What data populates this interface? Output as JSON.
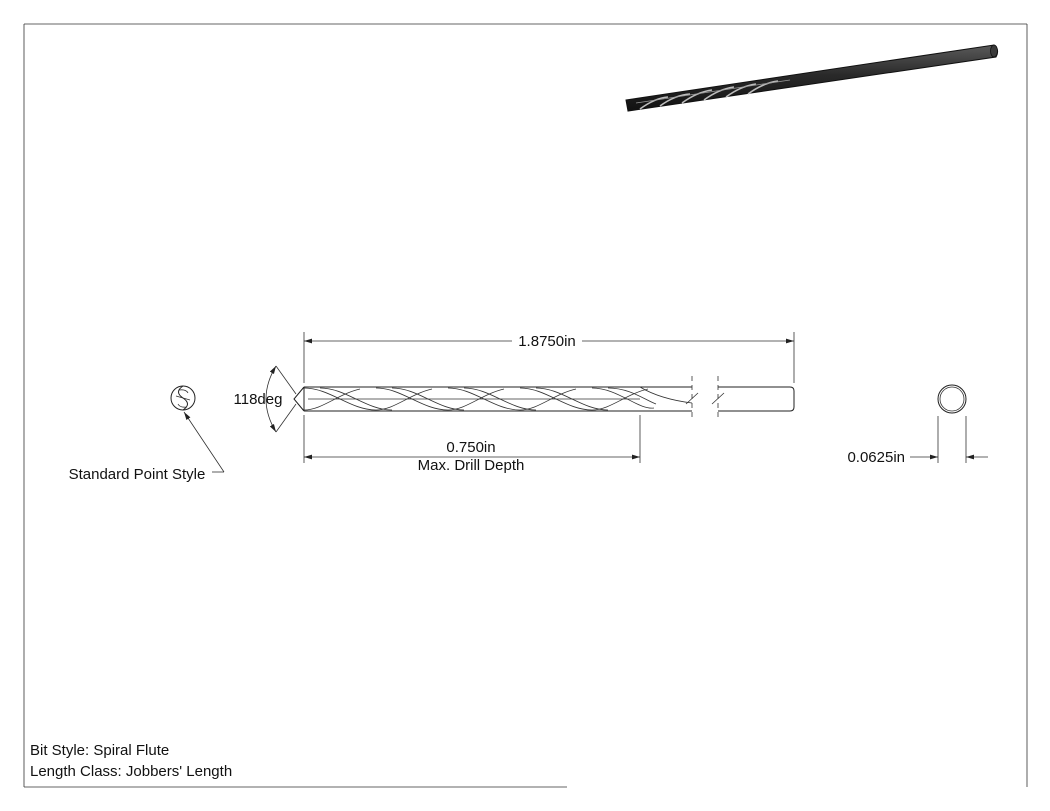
{
  "dimensions": {
    "overall_length": "1.8750in",
    "drill_depth_value": "0.750in",
    "drill_depth_label": "Max. Drill Depth",
    "point_angle": "118deg",
    "diameter": "0.0625in"
  },
  "callouts": {
    "point_style": "Standard Point Style"
  },
  "notes": {
    "bit_style": "Bit Style: Spiral Flute",
    "length_class": "Length Class: Jobbers' Length"
  }
}
